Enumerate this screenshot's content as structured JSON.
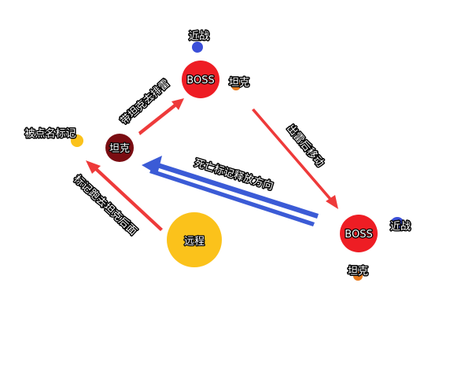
{
  "nodes": {
    "boss_top": {
      "label": "BOSS",
      "color": "#ee1d24"
    },
    "boss_right": {
      "label": "BOSS",
      "color": "#ee1d24"
    },
    "tank_center": {
      "label": "坦克",
      "color": "#7a0d12"
    },
    "ranged": {
      "label": "远程",
      "color": "#fbc21b"
    },
    "marked": {
      "label": "被点名标记",
      "color": "#fbc21b"
    },
    "melee_top": {
      "label": "近战",
      "color": "#3b4fd8"
    },
    "tank_top": {
      "label": "坦克",
      "color": "#e87a1d"
    },
    "melee_right": {
      "label": "近战",
      "color": "#3b4fd8"
    },
    "tank_right": {
      "label": "坦克",
      "color": "#e87a1d"
    }
  },
  "arrows": {
    "take_tank": {
      "label": "带坦克去排雷",
      "color": "#ee3a3a"
    },
    "move_after": {
      "label": "出雷后移动",
      "color": "#ee3a3a"
    },
    "mark_run": {
      "label": "标记跑去坦克后面",
      "color": "#ee3a3a"
    },
    "death_mark": {
      "label": "死亡标记释放方向",
      "color": "#3b5bd6"
    }
  }
}
